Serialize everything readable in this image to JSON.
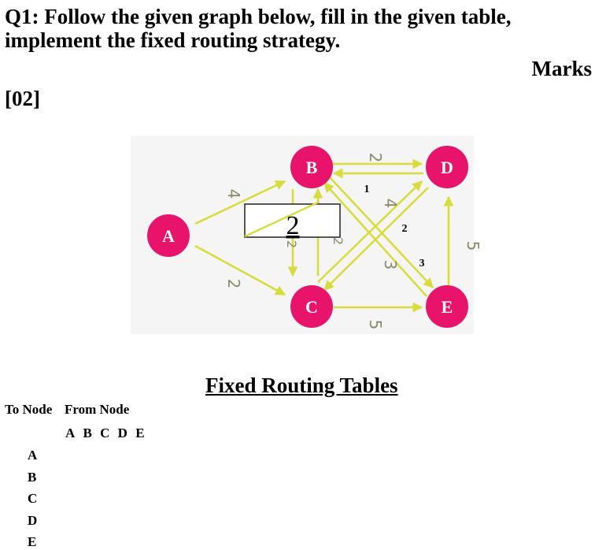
{
  "question": {
    "line1": "Q1: Follow the given graph below, fill in the given table,",
    "line2": "implement the fixed routing strategy.",
    "marks_label": "Marks",
    "marks_value": "[02]"
  },
  "graph": {
    "nodes": [
      "A",
      "B",
      "C",
      "D",
      "E"
    ],
    "edges": [
      {
        "from": "A",
        "to": "B",
        "weight": "4"
      },
      {
        "from": "A",
        "to": "C",
        "weight": "2"
      },
      {
        "from": "B",
        "to": "D",
        "weight": "2"
      },
      {
        "from": "D",
        "to": "B",
        "weight": "1"
      },
      {
        "from": "B",
        "to": "E",
        "weight": "4"
      },
      {
        "from": "E",
        "to": "B",
        "weight": "3"
      },
      {
        "from": "C",
        "to": "D",
        "weight": "3"
      },
      {
        "from": "D",
        "to": "C",
        "weight": "2"
      },
      {
        "from": "C",
        "to": "E",
        "weight": "5"
      },
      {
        "from": "E",
        "to": "D",
        "weight": "5"
      },
      {
        "from": "B",
        "to": "C",
        "weight": "2"
      }
    ],
    "overlay_box_value": "2",
    "colors": {
      "node": "#e8146b",
      "edge": "#d8dc3c",
      "weight": "#8a8a6a",
      "background": "#f5f5f5"
    }
  },
  "tables": {
    "title": "Fixed Routing Tables",
    "to_node": "To Node",
    "from_node": "From Node",
    "columns": [
      "A",
      "B",
      "C",
      "D",
      "E"
    ],
    "rows": [
      "A",
      "B",
      "C",
      "D",
      "E"
    ]
  }
}
